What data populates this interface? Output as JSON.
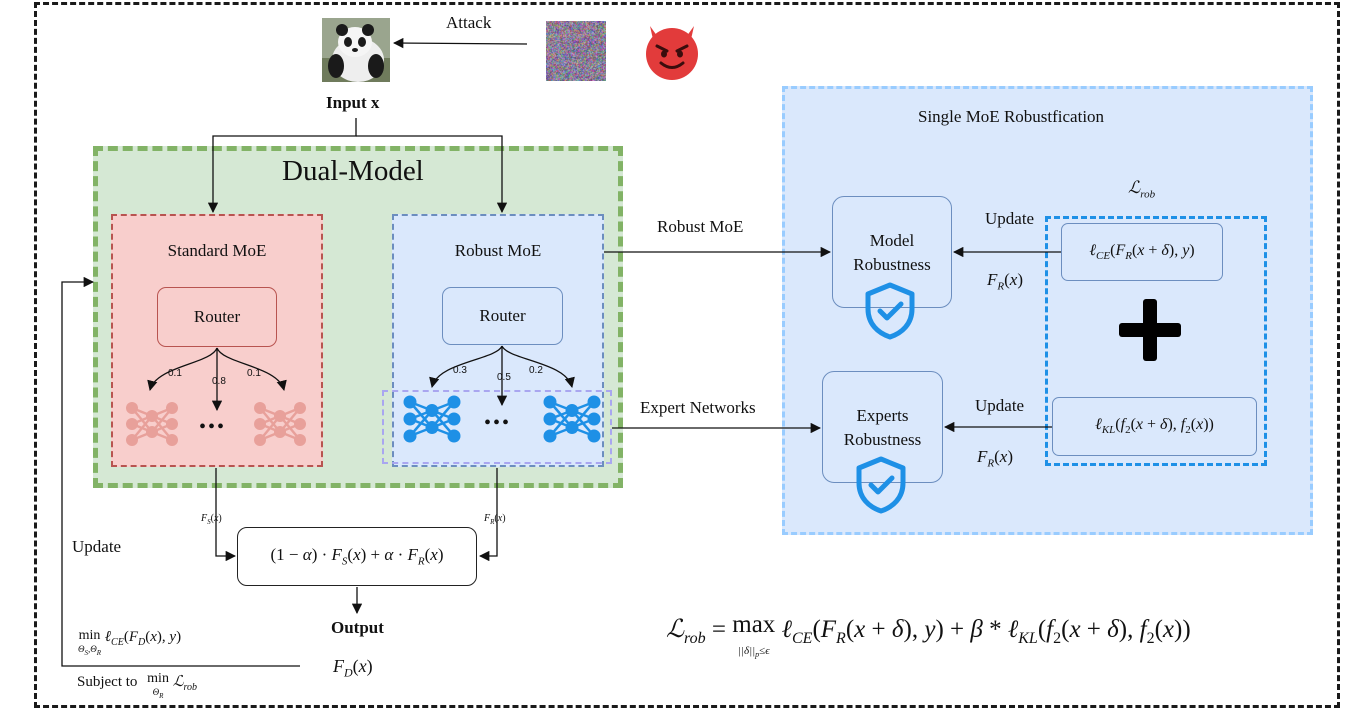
{
  "attack": {
    "label": "Attack"
  },
  "input": {
    "label": "Input x"
  },
  "dual": {
    "title": "Dual-Model"
  },
  "standard": {
    "title": "Standard MoE",
    "router": "Router",
    "weights": [
      "0.1",
      "0.8",
      "0.1"
    ],
    "ellipsis": "•••",
    "output_label": "F_S(x)"
  },
  "robust": {
    "title": "Robust MoE",
    "router": "Router",
    "weights": [
      "0.3",
      "0.5",
      "0.2"
    ],
    "ellipsis": "•••",
    "output_label": "F_R(x)"
  },
  "flow": {
    "robust_moe_label": "Robust MoE",
    "expert_networks_label": "Expert Networks",
    "update_label": "Update",
    "output_label": "Output",
    "fd_label": "F_D(x)",
    "objective_line1": "min_{Θ_S,Θ_R} ℓ_CE(F_D(x), y)",
    "subject_to_label": "Subject to",
    "objective_line2": "min_{Θ_R} ℒ_rob",
    "combine_formula": "(1 − α) · F_S(x) + α · F_R(x)"
  },
  "single": {
    "title": "Single MoE Robustfication",
    "loss_symbol": "ℒ_rob",
    "model_robustness": [
      "Model",
      "Robustness"
    ],
    "experts_robustness": [
      "Experts",
      "Robustness"
    ],
    "update_top": "Update",
    "update_bottom": "Update",
    "fr_top": "F_R(x)",
    "fr_bottom": "F_R(x)",
    "loss_ce": "ℓ_CE(F_R(x + δ), y)",
    "loss_kl": "ℓ_KL(f_2(x + δ), f_2(x))"
  },
  "equation": {
    "text": "ℒ_rob = max_{||δ||_p ≤ ε} ℓ_CE(F_R(x + δ), y) + β * ℓ_KL(f_2(x + δ), f_2(x))"
  },
  "colors": {
    "dual_fill": "#d5e8d4",
    "dual_border": "#82b366",
    "standard_fill": "#f8cecc",
    "standard_border": "#b85450",
    "robust_fill": "#dae8fc",
    "robust_border": "#6c8ebf",
    "expert_red": "#e8a09a",
    "expert_blue": "#1e90e6",
    "shield": "#1e90e6",
    "devil": "#e23b3b"
  }
}
